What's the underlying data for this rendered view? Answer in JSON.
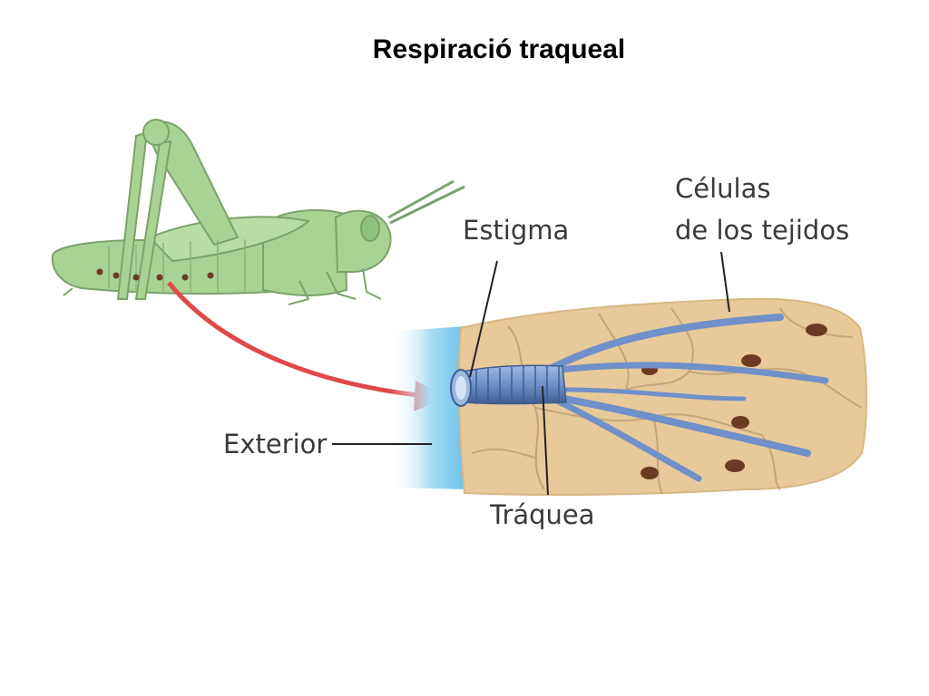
{
  "title": "Respiració traqueal",
  "labels": {
    "estigma": "Estigma",
    "celulas_line1": "Células",
    "celulas_line2": "de los tejidos",
    "exterior": "Exterior",
    "traquea": "Tráquea"
  },
  "colors": {
    "insect": "#a9d394",
    "insect_outline": "#7aa36a",
    "tissue": "#e8c99a",
    "tissue_cells": "#b89a6e",
    "exterior_air": "#8fd0ee",
    "trachea": "#6f90c8",
    "trachea_dark": "#3e5d93",
    "arrow": "#e04848",
    "spiracle": "#6b3a22"
  }
}
